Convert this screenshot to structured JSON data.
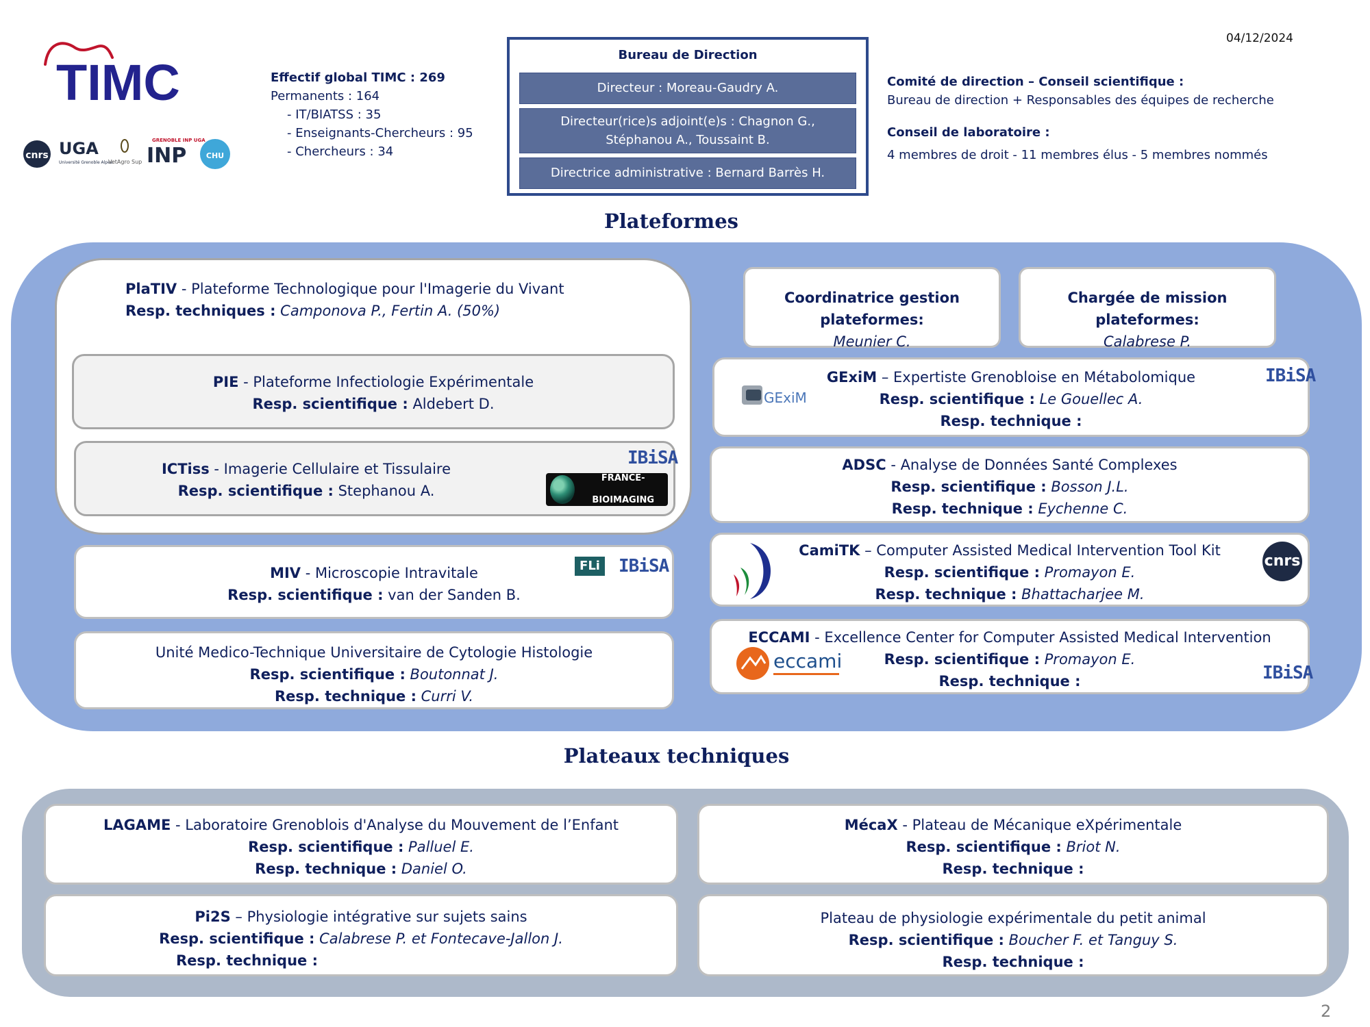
{
  "date": "04/12/2024",
  "page_number": "2",
  "logo": {
    "text": "TIMC",
    "partners": [
      "cnrs",
      "UGA",
      "Université Grenoble Alpes",
      "VetAgro Sup",
      "GRENOBLE INP UGA",
      "CHU"
    ]
  },
  "effectif": {
    "title": "Effectif global TIMC : 269",
    "permanents": "Permanents : 164",
    "items": [
      "- IT/BIATSS : 35",
      "- Enseignants-Chercheurs : 95",
      "- Chercheurs : 34"
    ]
  },
  "bureau": {
    "title": "Bureau de Direction",
    "directeur": "Directeur : Moreau-Gaudry A.",
    "adjoints_line1": "Directeur(rice)s adjoint(e)s : Chagnon G.,",
    "adjoints_line2": "Stéphanou A., Toussaint B.",
    "admin": "Directrice administrative : Bernard Barrès H."
  },
  "comite": {
    "title": "Comité de direction – Conseil scientifique :",
    "text": "Bureau de direction + Responsables des équipes de recherche",
    "conseil_title": "Conseil de laboratoire :",
    "conseil_text": "4 membres de droit - 11 membres élus - 5 membres nommés"
  },
  "sections": {
    "plateformes": "Plateformes",
    "plateaux": "Plateaux techniques"
  },
  "labels": {
    "resp_tech": "Resp. techniques :",
    "resp_sci": "Resp. scientifique :",
    "resp_technique": "Resp. technique :"
  },
  "plativ": {
    "acr": "PlaTIV",
    "name": " - Plateforme Technologique pour l'Imagerie du Vivant",
    "tech": " Camponova P., Fertin A. (50%)"
  },
  "pie": {
    "acr": "PIE",
    "name": " - Plateforme Infectiologie Expérimentale",
    "sci": " Aldebert D."
  },
  "ictiss": {
    "acr": "ICTiss",
    "name": " - Imagerie Cellulaire et Tissulaire",
    "sci": " Stephanou A.",
    "logo1": "IBiSA",
    "logo2": "FRANCE-BIOIMAGING"
  },
  "miv": {
    "acr": "MIV",
    "name": " - Microscopie Intravitale",
    "sci": "  van der Sanden B.",
    "logo1": "FLi",
    "logo2": "IBiSA"
  },
  "umtu": {
    "name": "Unité Medico-Technique Universitaire de Cytologie Histologie",
    "sci": " Boutonnat J.",
    "tech": " Curri V."
  },
  "coord": {
    "title": "Coordinatrice gestion plateformes:",
    "name": "Meunier C."
  },
  "charge": {
    "title": "Chargée de mission plateformes:",
    "name": "Calabrese P."
  },
  "gexim": {
    "acr": "GExiM",
    "name": " – Expertiste Grenobloise en Métabolomique",
    "sci": " Le Gouellec A.",
    "logo1": "GExiM",
    "logo2": "IBiSA"
  },
  "adsc": {
    "acr": "ADSC",
    "name": " - Analyse de Données Santé Complexes",
    "sci": " Bosson J.L.",
    "tech": "  Eychenne C."
  },
  "camitk": {
    "acr": "CamiTK",
    "name": " – Computer Assisted Medical Intervention Tool Kit",
    "sci": " Promayon E.",
    "tech": " Bhattacharjee M.",
    "logo2": "cnrs"
  },
  "eccami": {
    "acr": "ECCAMI",
    "name": " - Excellence Center for Computer Assisted Medical Intervention",
    "sci": " Promayon E.",
    "logo1": "eccami",
    "logo2": "IBiSA"
  },
  "lagame": {
    "acr": "LAGAME",
    "name": " - Laboratoire Grenoblois d'Analyse du Mouvement de  l’Enfant",
    "sci": " Palluel E.",
    "tech": " Daniel O."
  },
  "mecax": {
    "acr": "MécaX",
    "name": " - Plateau de Mécanique eXpérimentale",
    "sci": " Briot N."
  },
  "pi2s": {
    "acr": "Pi2S",
    "name": " – Physiologie intégrative sur sujets sains",
    "sci": " Calabrese P. et Fontecave-Jallon J."
  },
  "petit": {
    "name": "Plateau de physiologie expérimentale du petit animal",
    "sci": " Boucher F. et Tanguy S."
  }
}
